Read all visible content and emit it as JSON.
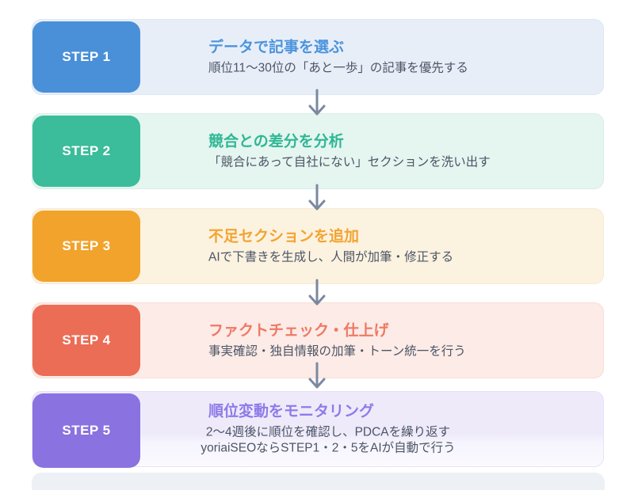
{
  "page": {
    "background": "#ffffff",
    "description_text_color": "#4c5566",
    "arrow_color": "#7b89a0"
  },
  "steps": [
    {
      "label": "STEP 1",
      "title": "データで記事を選ぶ",
      "desc": "順位11〜30位の「あと一歩」の記事を優先する",
      "badge_color": "#4a90d8",
      "card_bg": "#e8eef8",
      "title_color": "#4a94dd"
    },
    {
      "label": "STEP 2",
      "title": "競合との差分を分析",
      "desc": "「競合にあって自社にない」セクションを洗い出す",
      "badge_color": "#3bbc9a",
      "card_bg": "#e5f5ef",
      "title_color": "#2eb795"
    },
    {
      "label": "STEP 3",
      "title": "不足セクションを追加",
      "desc": "AIで下書きを生成し、人間が加筆・修正する",
      "badge_color": "#f1a32c",
      "card_bg": "#fcf2e0",
      "title_color": "#f2a431"
    },
    {
      "label": "STEP 4",
      "title": "ファクトチェック・仕上げ",
      "desc": "事実確認・独自情報の加筆・トーン統一を行う",
      "badge_color": "#eb6d56",
      "card_bg": "#fcebe6",
      "title_color": "#ee7964"
    },
    {
      "label": "STEP 5",
      "title": "順位変動をモニタリング",
      "desc": "2〜4週後に順位を確認し、PDCAを繰り返す",
      "desc2": "yoriaiSEOならSTEP1・2・5をAIが自動で行う",
      "badge_color": "#8a72e0",
      "card_bg": "#eeeafa",
      "title_color": "#8d7be8"
    }
  ],
  "arrow": {
    "direction": "down",
    "color": "#7b89a0"
  }
}
